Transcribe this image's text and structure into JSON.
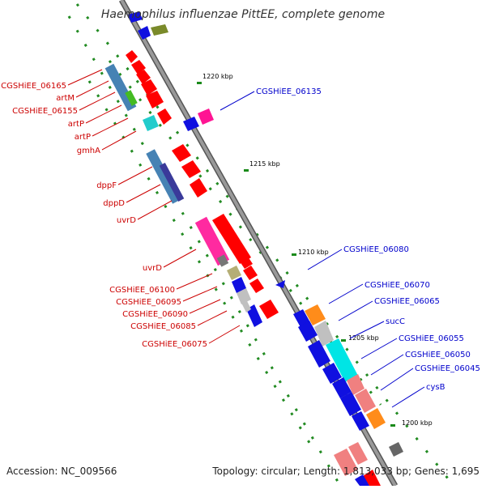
{
  "title": "Haemophilus influenzae PittEE, complete genome",
  "footer": {
    "accession": "Accession: NC_009566",
    "stats": "Topology: circular; Length: 1,813,033 bp; Genes: 1,695"
  },
  "scale": {
    "ticks": [
      {
        "label": "1220 kbp"
      },
      {
        "label": "1215 kbp"
      },
      {
        "label": "1210 kbp"
      },
      {
        "label": "1205 kbp"
      },
      {
        "label": "1200 kbp"
      }
    ]
  },
  "colors": {
    "backbone": "#999999",
    "backbone_edge": "#555555",
    "forward_gene": "#ff0000",
    "reverse_gene": "#0000ee",
    "left_label": "#cc0000",
    "right_label": "#0000cc",
    "dot": "#228b22"
  },
  "labels": {
    "left": [
      {
        "text": "CGSHiEE_06165"
      },
      {
        "text": "artM"
      },
      {
        "text": "CGSHiEE_06155"
      },
      {
        "text": "artP"
      },
      {
        "text": "artP"
      },
      {
        "text": "gmhA"
      },
      {
        "text": "dppF"
      },
      {
        "text": "dppD"
      },
      {
        "text": "uvrD"
      },
      {
        "text": "uvrD"
      },
      {
        "text": "CGSHiEE_06100"
      },
      {
        "text": "CGSHiEE_06095"
      },
      {
        "text": "CGSHiEE_06090"
      },
      {
        "text": "CGSHiEE_06085"
      },
      {
        "text": "CGSHiEE_06075"
      }
    ],
    "right": [
      {
        "text": "CGSHiEE_06135"
      },
      {
        "text": "CGSHiEE_06080"
      },
      {
        "text": "CGSHiEE_06070"
      },
      {
        "text": "CGSHiEE_06065"
      },
      {
        "text": "sucC"
      },
      {
        "text": "CGSHiEE_06055"
      },
      {
        "text": "CGSHiEE_06050"
      },
      {
        "text": "CGSHiEE_06045"
      },
      {
        "text": "cysB"
      }
    ]
  }
}
